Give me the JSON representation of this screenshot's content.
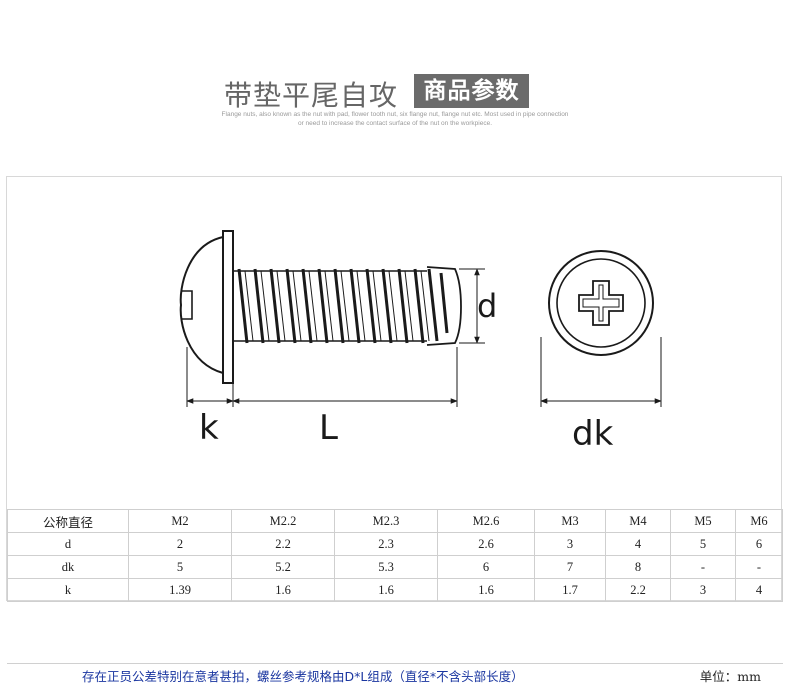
{
  "header": {
    "title": "带垫平尾自攻",
    "badge": "商品参数",
    "subtitle_line1": "Flange nuts, also known as the nut with pad, flower tooth nut, six flange nut, flange nut etc. Most used in pipe connection",
    "subtitle_line2": "or need to increase the contact surface of the nut on the workpiece."
  },
  "drawing": {
    "label_k": "k",
    "label_L": "L",
    "label_d": "d",
    "label_dk": "dk",
    "line_color": "#1a1a1a"
  },
  "notice": {
    "text": "存在正员公差特别在意者甚拍，螺丝参考规格由D*L组成（直径*不含头部长度）",
    "unit": "单位：mm",
    "color": "#1a36a0"
  },
  "table": {
    "header": [
      "公称直径",
      "M2",
      "M2.2",
      "M2.3",
      "M2.6",
      "M3",
      "M4",
      "M5",
      "M6"
    ],
    "rows": [
      [
        "d",
        "2",
        "2.2",
        "2.3",
        "2.6",
        "3",
        "4",
        "5",
        "6"
      ],
      [
        "dk",
        "5",
        "5.2",
        "5.3",
        "6",
        "7",
        "8",
        "-",
        "-"
      ],
      [
        "k",
        "1.39",
        "1.6",
        "1.6",
        "1.6",
        "1.7",
        "2.2",
        "3",
        "4"
      ]
    ]
  }
}
